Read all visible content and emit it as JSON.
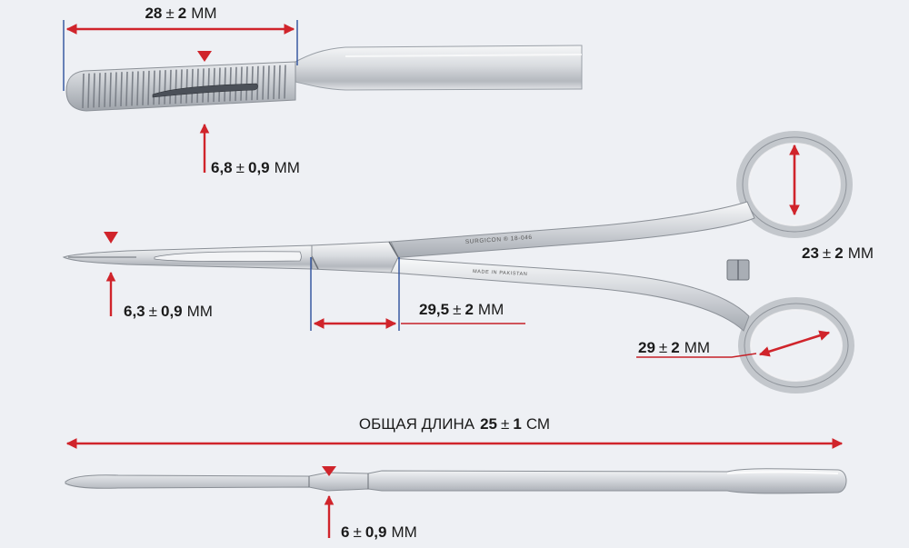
{
  "colors": {
    "background": "#eef0f4",
    "arrow": "#d0242b",
    "guide": "#2c4f9c",
    "leader": "#c62027",
    "text": "#1b1b1b",
    "steel_light": "#f4f5f6",
    "steel_mid": "#c9ccd1",
    "steel_dark": "#8b9097"
  },
  "labels": {
    "jaw_length": {
      "value": "28",
      "pm": "±",
      "tol": "2",
      "unit": "ММ"
    },
    "jaw_width": {
      "value": "6,8",
      "pm": "±",
      "tol": "0,9",
      "unit": "ММ"
    },
    "tip_width": {
      "value": "6,3",
      "pm": "±",
      "tol": "0,9",
      "unit": "ММ"
    },
    "box_lock": {
      "value": "29,5",
      "pm": "±",
      "tol": "2",
      "unit": "ММ"
    },
    "ring_inner": {
      "value": "23",
      "pm": "±",
      "tol": "2",
      "unit": "ММ"
    },
    "ring_outer": {
      "value": "29",
      "pm": "±",
      "tol": "2",
      "unit": "ММ"
    },
    "total_length": {
      "prefix": "ОБЩАЯ ДЛИНА",
      "value": "25",
      "pm": "±",
      "tol": "1",
      "unit": "СМ"
    },
    "thickness": {
      "value": "6",
      "pm": "±",
      "tol": "0,9",
      "unit": "ММ"
    }
  },
  "engravings": {
    "brand": "SURGICON ® 18-046",
    "origin": "MADE IN PAKISTAN"
  }
}
